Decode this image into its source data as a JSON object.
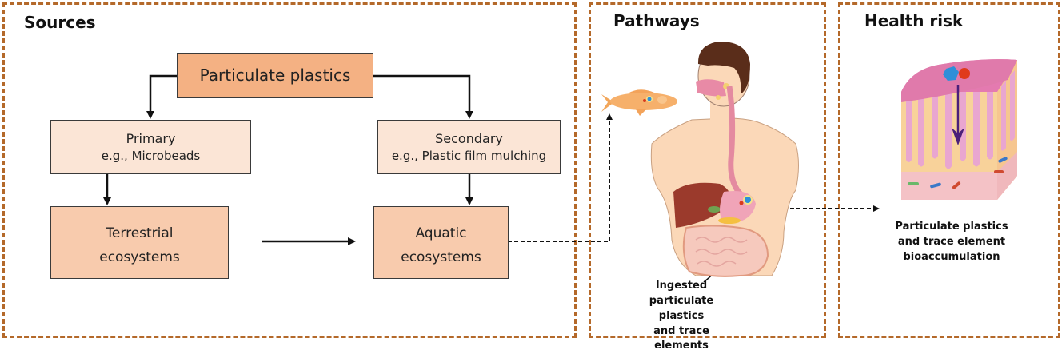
{
  "panels": {
    "sources": {
      "title": "Sources"
    },
    "pathways": {
      "title": "Pathways"
    },
    "health_risk": {
      "title": "Health risk"
    }
  },
  "sources": {
    "root": {
      "label": "Particulate plastics"
    },
    "primary": {
      "label": "Primary",
      "example": "e.g., Microbeads"
    },
    "secondary": {
      "label": "Secondary",
      "example": "e.g., Plastic film mulching"
    },
    "terrestrial": {
      "line1": "Terrestrial",
      "line2": "ecosystems"
    },
    "aquatic": {
      "line1": "Aquatic",
      "line2": "ecosystems"
    }
  },
  "pathways": {
    "illustrations": [
      "fish-with-particles",
      "human-digestive-system"
    ],
    "caption": [
      "Ingested",
      "particulate plastics",
      "and trace elements"
    ]
  },
  "health_risk": {
    "illustration": "intestinal-tissue-block",
    "caption": [
      "Particulate plastics",
      "and trace element",
      "bioaccumulation"
    ]
  },
  "colors": {
    "panel_border": "#b4692a",
    "box_dark": "#f4b183",
    "box_mid": "#f8cbad",
    "box_light": "#fbe5d6"
  }
}
